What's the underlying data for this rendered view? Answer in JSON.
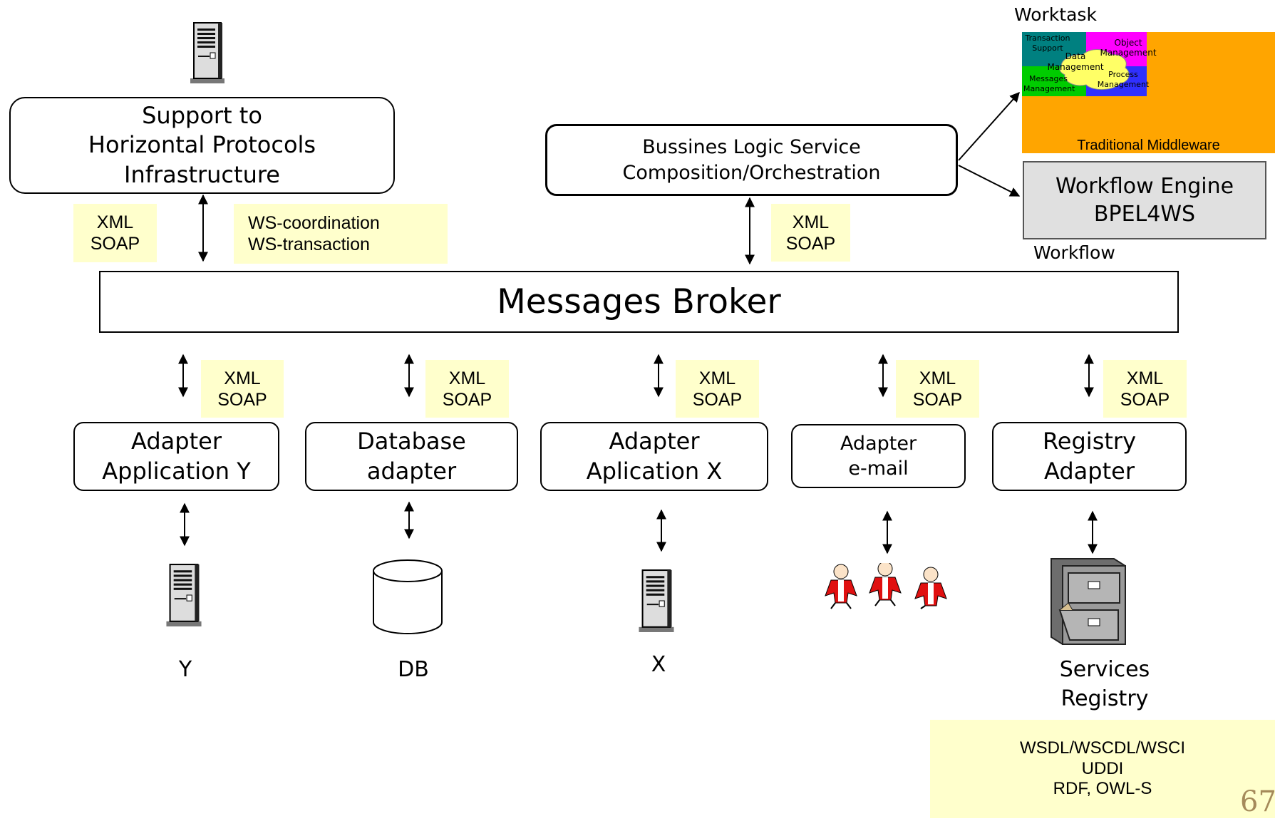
{
  "horizontal_protocols": "Support to\nHorizontal Protocols\nInfrastructure",
  "bussines_logic": "Bussines Logic Service\nComposition/Orchestration",
  "worktask_label": "Worktask",
  "worktask_pieces": {
    "transaction_support": "Transaction\nSupport",
    "object_management": "Object\nManagement",
    "data_management": "Data\nManagement",
    "messages_management": "Messages\nManagement",
    "process_management": "Process\nManagement"
  },
  "traditional_middleware": "Traditional Middleware",
  "workflow_engine": "Workflow Engine\nBPEL4WS",
  "workflow_label": "Workflow",
  "messages_broker": "Messages Broker",
  "notes": {
    "xml_soap": "XML\nSOAP",
    "ws_protocols": "WS-coordination\nWS-transaction",
    "registry_standards": "WSDL/WSCDL/WSCI\nUDDI\nRDF, OWL-S"
  },
  "adapters": {
    "application_y": "Adapter\nApplication Y",
    "database": "Database\nadapter",
    "application_x": "Adapter\nAplication X",
    "email": "Adapter\ne-mail",
    "registry": "Registry\nAdapter"
  },
  "resources": {
    "y": "Y",
    "db": "DB",
    "x": "X",
    "services_registry": "Services\nRegistry"
  },
  "page_number": "67"
}
